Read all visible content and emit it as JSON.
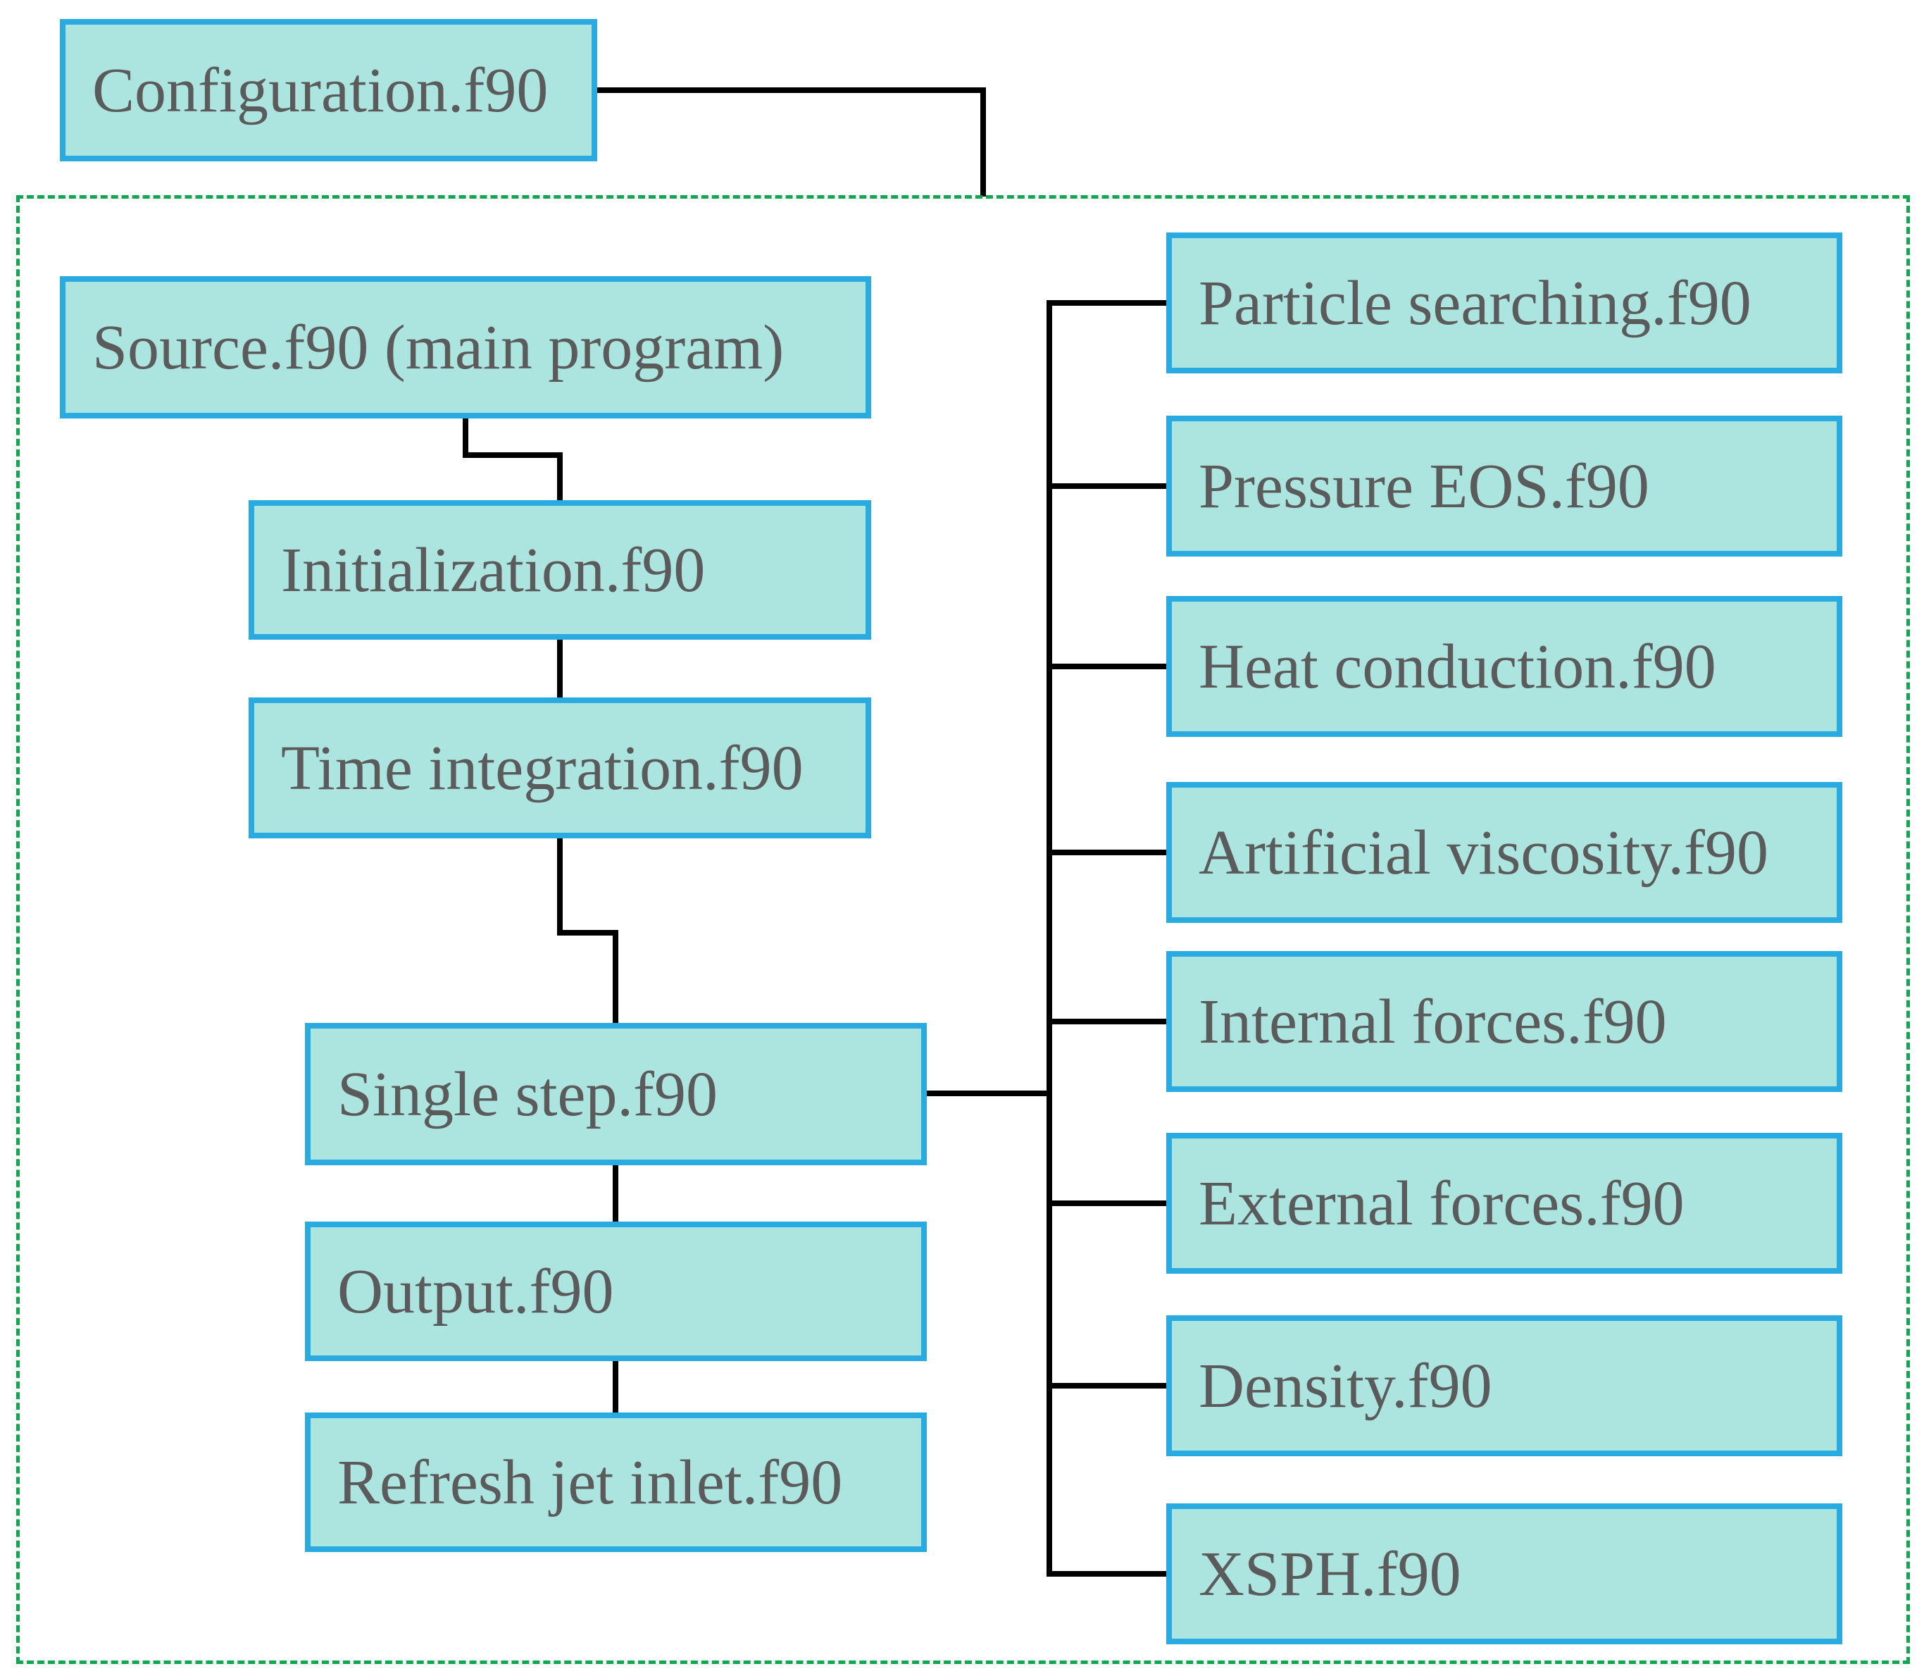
{
  "colors": {
    "box-fill": "#ace4e0",
    "box-border": "#29abe2",
    "connector": "#000000",
    "group-border": "#10a74f",
    "text": "#5b5b5b"
  },
  "nodes": {
    "configuration": {
      "label": "Configuration.f90"
    },
    "source": {
      "label": "Source.f90 (main program)"
    },
    "initialization": {
      "label": "Initialization.f90"
    },
    "time_integration": {
      "label": "Time integration.f90"
    },
    "single_step": {
      "label": "Single step.f90"
    },
    "output": {
      "label": "Output.f90"
    },
    "refresh_jet_inlet": {
      "label": "Refresh jet inlet.f90"
    }
  },
  "subroutines": [
    {
      "label": "Particle searching.f90"
    },
    {
      "label": "Pressure EOS.f90"
    },
    {
      "label": "Heat conduction.f90"
    },
    {
      "label": "Artificial viscosity.f90"
    },
    {
      "label": "Internal forces.f90"
    },
    {
      "label": "External forces.f90"
    },
    {
      "label": "Density.f90"
    },
    {
      "label": "XSPH.f90"
    }
  ]
}
